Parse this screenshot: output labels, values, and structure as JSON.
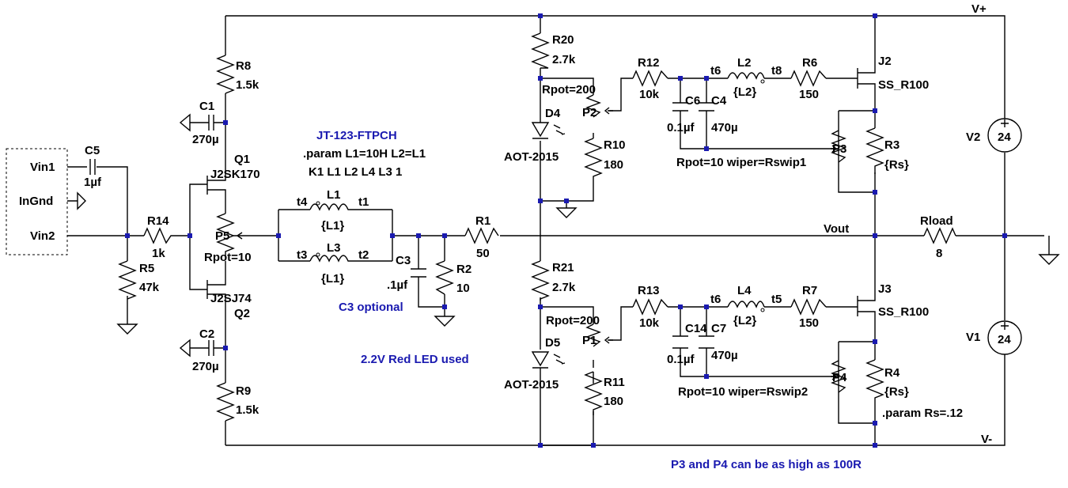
{
  "labels": {
    "vplus": "V+",
    "vminus": "V-",
    "vout": "Vout",
    "vin1": "Vin1",
    "vin2": "Vin2",
    "ingnd": "InGnd",
    "c5": "C5",
    "c5_val": "1µf",
    "r14": "R14",
    "r14_val": "1k",
    "r5": "R5",
    "r5_val": "47k",
    "r8": "R8",
    "r8_val": "1.5k",
    "r9": "R9",
    "r9_val": "1.5k",
    "c1": "C1",
    "c1_val": "270µ",
    "c2": "C2",
    "c2_val": "270µ",
    "q1": "Q1",
    "q1_val": "J2SK170",
    "q2": "Q2",
    "q2_val": "J2SJ74",
    "p5": "P5",
    "p5_val": "Rpot=10",
    "xfmr_title": "JT-123-FTPCH",
    "xfmr_param": ".param L1=10H L2=L1",
    "xfmr_k": "K1 L1 L2 L4  L3 1",
    "l1": "L1",
    "l1_val": "{L1}",
    "l3": "L3",
    "l3_val": "{L1}",
    "t1": "t1",
    "t2": "t2",
    "t3": "t3",
    "t4": "t4",
    "c3": "C3",
    "c3_val": ".1µf",
    "c3_note": "C3 optional",
    "r2": "R2",
    "r2_val": "10",
    "r1": "R1",
    "r1_val": "50",
    "r20": "R20",
    "r20_val": "2.7k",
    "r21": "R21",
    "r21_val": "2.7k",
    "d4": "D4",
    "d4_val": "AOT-2015",
    "d5": "D5",
    "d5_val": "AOT-2015",
    "led_note": "2.2V Red LED used",
    "p2": "P2",
    "p2_val": "Rpot=200",
    "p1": "P1",
    "p1_val": "Rpot=200",
    "r10": "R10",
    "r10_val": "180",
    "r11": "R11",
    "r11_val": "180",
    "r12": "R12",
    "r12_val": "10k",
    "r13": "R13",
    "r13_val": "10k",
    "c6": "C6",
    "c6_val": "0.1µf",
    "c4": "C4",
    "c4_val": "470µ",
    "c14": "C14",
    "c7": "C7",
    "c14_val": "0.1µf",
    "c7_val": "470µ",
    "l2": "L2",
    "l2_val": "{L2}",
    "l4": "L4",
    "l4_val": "{L2}",
    "t6a": "t6",
    "t8": "t8",
    "t6b": "t6",
    "t5": "t5",
    "r6": "R6",
    "r6_val": "150",
    "r7": "R7",
    "r7_val": "150",
    "j2": "J2",
    "j2_val": "SS_R100",
    "j3": "J3",
    "j3_val": "SS_R100",
    "p3": "P3",
    "p3_val": "Rpot=10 wiper=Rswip1",
    "p4": "P4",
    "p4_val": "Rpot=10 wiper=Rswip2",
    "r3": "R3",
    "r3_val": "{Rs}",
    "r4": "R4",
    "r4_val": "{Rs}",
    "rs_param": ".param Rs=.12",
    "rload": "Rload",
    "rload_val": "8",
    "v1": "V1",
    "v1_val": "24",
    "v2": "V2",
    "v2_val": "24",
    "p34_note": "P3 and P4 can be as high as 100R"
  },
  "colors": {
    "wire": "#000000",
    "junction": "#1a1ab0",
    "note": "#1a1ab0",
    "border": "#000000"
  }
}
